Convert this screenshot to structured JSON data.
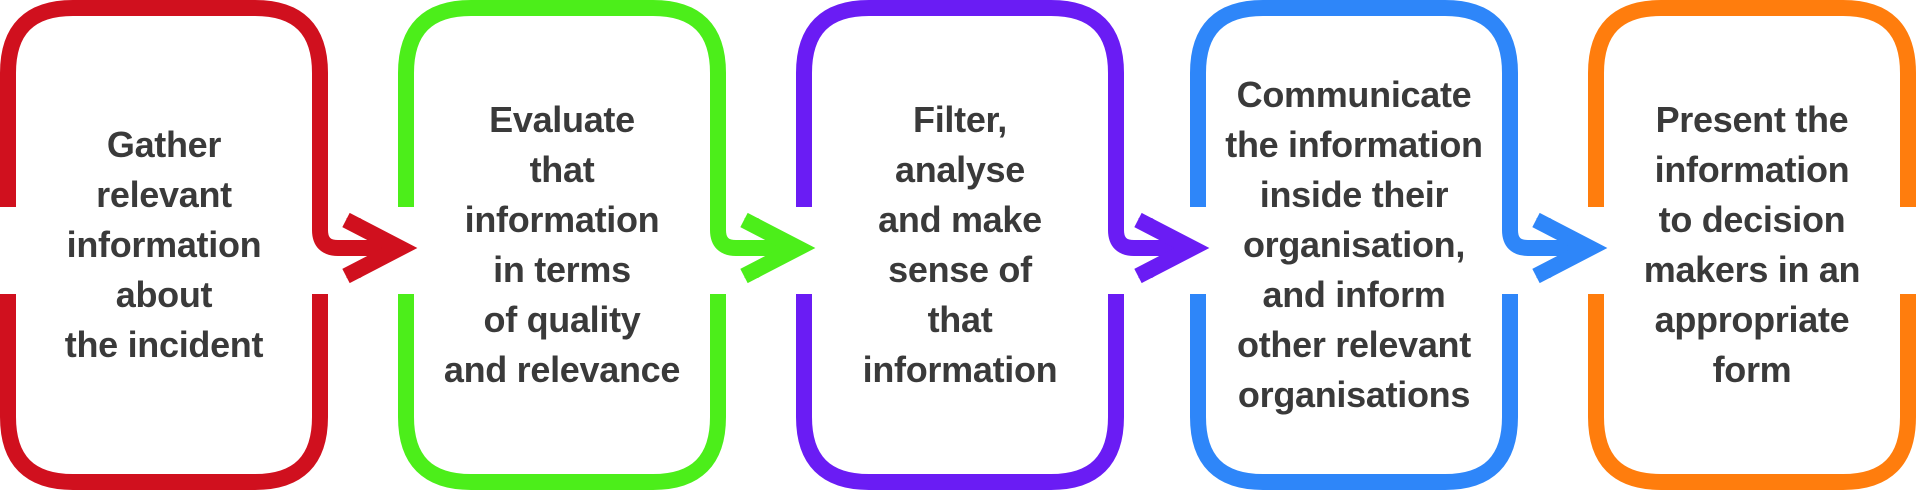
{
  "steps": [
    {
      "label": "Gather\nrelevant\ninformation\nabout\nthe incident",
      "color": "#d0101e"
    },
    {
      "label": "Evaluate\nthat\ninformation\nin terms\nof quality\nand relevance",
      "color": "#4cee1a"
    },
    {
      "label": "Filter,\nanalyse\nand make\nsense of\nthat\ninformation",
      "color": "#6a1cf4"
    },
    {
      "label": "Communicate\nthe information\ninside their\norganisation,\nand inform\nother relevant\norganisations",
      "color": "#2e86f9"
    },
    {
      "label": "Present the\ninformation\nto decision\nmakers in an\nappropriate\nform",
      "color": "#ff7d0d"
    }
  ],
  "connectors": [
    {
      "name": "arrow-1-to-2",
      "color": "#d0101e"
    },
    {
      "name": "arrow-2-to-3",
      "color": "#4cee1a"
    },
    {
      "name": "arrow-3-to-4",
      "color": "#6a1cf4"
    },
    {
      "name": "arrow-4-to-5",
      "color": "#2e86f9"
    }
  ]
}
